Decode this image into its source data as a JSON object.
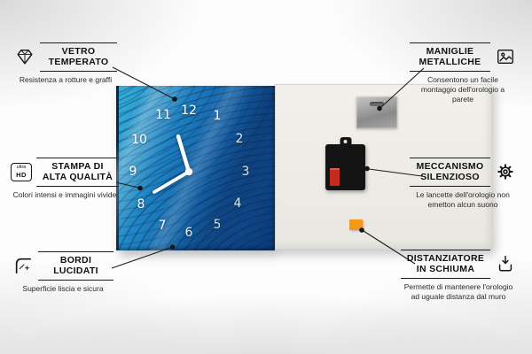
{
  "colors": {
    "face_turquoise": "#37b3d8",
    "face_blue": "#1f86c4",
    "face_deep_blue": "#0c3a77",
    "foam_orange": "#f0991c",
    "battery_red": "#c6291d",
    "back_panel": "#e9e7e1",
    "line": "#1c1c1c"
  },
  "clock": {
    "numbers": [
      "12",
      "1",
      "2",
      "3",
      "4",
      "5",
      "6",
      "7",
      "8",
      "9",
      "10",
      "11"
    ]
  },
  "callouts": [
    {
      "id": "vetro-temperato",
      "side": "left",
      "title_lines": [
        "VETRO",
        "TEMPERATO"
      ],
      "desc": "Resistenza a rotture e graffi",
      "icon": "diamond-icon"
    },
    {
      "id": "stampa-alta-qualita",
      "side": "left",
      "title_lines": [
        "STAMPA DI",
        "ALTA QUALITÀ"
      ],
      "desc": "Colori intensi e immagini vivide",
      "icon": "ultra-hd-icon",
      "icon_text_top": "ultra",
      "icon_text_bottom": "HD"
    },
    {
      "id": "bordi-lucidati",
      "side": "left",
      "title_lines": [
        "BORDI",
        "LUCIDATI"
      ],
      "desc": "Superficie liscia e sicura",
      "icon": "polished-edge-icon"
    },
    {
      "id": "maniglie-metalliche",
      "side": "right",
      "title_lines": [
        "MANIGLIE",
        "METALLICHE"
      ],
      "desc": "Consentono un facile montaggio dell'orologio a parete",
      "icon": "picture-frame-icon"
    },
    {
      "id": "meccanismo-silenzioso",
      "side": "right",
      "title_lines": [
        "MECCANISMO",
        "SILENZIOSO"
      ],
      "desc": "Le lancette dell'orologio non emetton alcun suono",
      "icon": "gear-icon"
    },
    {
      "id": "distanziatore-in-schiuma",
      "side": "right",
      "title_lines": [
        "DISTANZIATORE",
        "IN SCHIUMA"
      ],
      "desc": "Permette di mantenere l'orologio ad uguale distanza dal muro",
      "icon": "spacer-icon"
    }
  ]
}
